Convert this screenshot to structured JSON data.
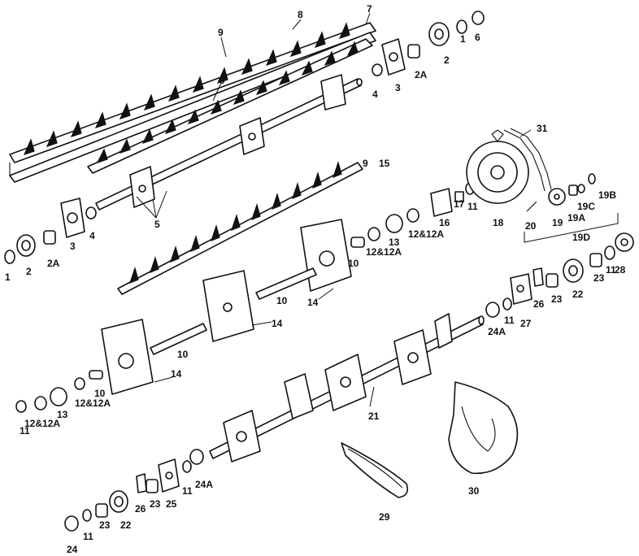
{
  "labels": {
    "l1": "1",
    "l2a": "2",
    "l2aa": "2A",
    "l3a": "3",
    "l4a": "4",
    "l5": "5",
    "l6": "6",
    "l1b": "1",
    "l2b": "2",
    "l2ab": "2A",
    "l3b": "3",
    "l4b": "4",
    "l7": "7",
    "l8": "8",
    "l9a": "9",
    "l9b": "9",
    "l9c": "9",
    "l15": "15",
    "l10a": "10",
    "l10b": "10",
    "l10c": "10",
    "l10d": "10",
    "l11a": "11",
    "l11b": "11",
    "l11c": "11",
    "l11d": "11",
    "l11e": "11",
    "l11f": "11",
    "l12a": "12&12A",
    "l12b": "12&12A",
    "l12c": "12&12A",
    "l12d": "12&12A",
    "l13a": "13",
    "l13b": "13",
    "l14a": "14",
    "l14b": "14",
    "l14c": "14",
    "l16": "16",
    "l17": "17",
    "l18": "18",
    "l19": "19",
    "l19a": "19A",
    "l19b": "19B",
    "l19c": "19C",
    "l19d": "19D",
    "l20": "20",
    "l21": "21",
    "l22a": "22",
    "l22b": "22",
    "l23a": "23",
    "l23b": "23",
    "l23c": "23",
    "l23d": "23",
    "l24": "24",
    "l24aa": "24A",
    "l24ab": "24A",
    "l25": "25",
    "l26a": "26",
    "l26b": "26",
    "l27": "27",
    "l28": "28",
    "l29": "29",
    "l30": "30",
    "l31": "31"
  }
}
